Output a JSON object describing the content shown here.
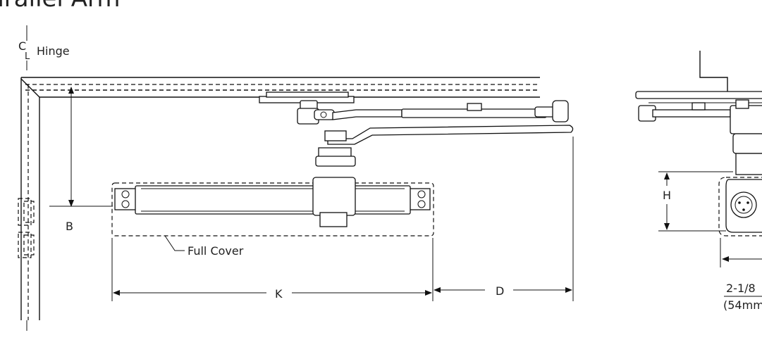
{
  "title": "Parallel Arm",
  "labels": {
    "cl_c": "C",
    "cl_l": "L",
    "hinge": "Hinge",
    "b": "B",
    "h": "H",
    "k": "K",
    "d": "D",
    "full_cover": "Full Cover",
    "dim_frac": "2-1/8",
    "dim_mm": "(54mm"
  }
}
